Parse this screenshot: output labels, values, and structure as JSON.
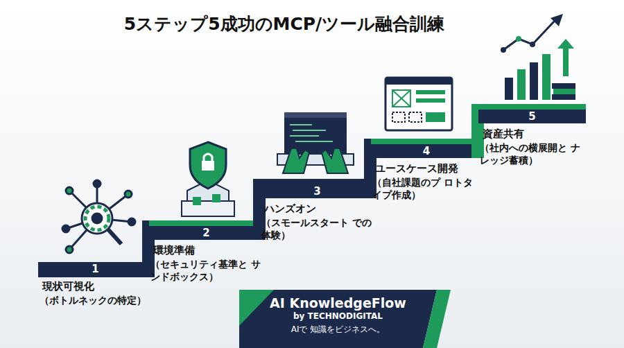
{
  "diagram": {
    "title": "5ステップ5成功のMCP/ツール融合訓練",
    "nodes": [
      {
        "text": [
          "1",
          "現状可視化",
          "（ボトルネックの特定）"
        ]
      },
      {
        "text": [
          "2",
          "環境準備",
          "（セキュリティ基準と サンドボックス）"
        ]
      },
      {
        "text": [
          "3",
          "ハンズオン",
          "（スモールスタート での体験）"
        ]
      },
      {
        "text": [
          "4",
          "ユースケース開発",
          "（自社課題のプ ロトタイプ作成）"
        ]
      },
      {
        "text": [
          "5",
          "資産共有",
          "（社内への横展開と ナレッジ蓄積）"
        ]
      },
      {
        "text": [
          "AI KnowledgeFlow",
          "by TECHNODIGITAL",
          "AIで 知識をビジネスへ。"
        ]
      }
    ]
  }
}
